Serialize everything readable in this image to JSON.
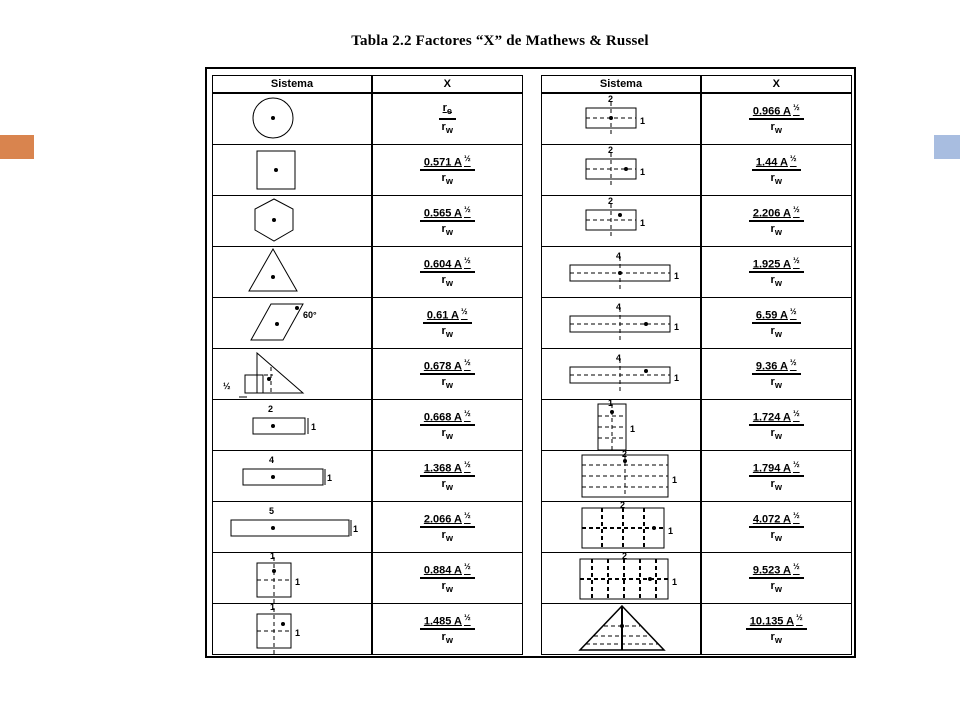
{
  "colors": {
    "accent_left": "#d9844e",
    "accent_right": "#a8bde0"
  },
  "title": "Tabla 2.2   Factores “X”  de  Mathews & Russel",
  "headers": {
    "sistema": "Sistema",
    "x": "X"
  },
  "shape_labels": {
    "angle": "60°",
    "half": "½",
    "one": "1",
    "two": "2",
    "four": "4",
    "five": "5"
  },
  "left_rows": [
    {
      "shape": "circle-icon",
      "num": "r",
      "num_sub": "e",
      "den": "r",
      "den_sub": "w",
      "half": ""
    },
    {
      "shape": "square-icon",
      "num": "0.571 A",
      "half": "½",
      "den": "r",
      "den_sub": "w"
    },
    {
      "shape": "hexagon-icon",
      "num": "0.565 A",
      "half": "½",
      "den": "r",
      "den_sub": "w"
    },
    {
      "shape": "triangle-icon",
      "num": "0.604 A",
      "half": "½",
      "den": "r",
      "den_sub": "w"
    },
    {
      "shape": "rhombus-60-icon",
      "num": "0.61 A",
      "half": "½",
      "den": "r",
      "den_sub": "w"
    },
    {
      "shape": "right-triangle-icon",
      "num": "0.678 A",
      "half": "½",
      "den": "r",
      "den_sub": "w"
    },
    {
      "shape": "rect-2x1-icon",
      "num": "0.668 A",
      "half": "½",
      "den": "r",
      "den_sub": "w"
    },
    {
      "shape": "rect-4x1-icon",
      "num": "1.368 A",
      "half": "½",
      "den": "r",
      "den_sub": "w"
    },
    {
      "shape": "rect-5x1-icon",
      "num": "2.066 A",
      "half": "½",
      "den": "r",
      "den_sub": "w"
    },
    {
      "shape": "square-quad-center-icon",
      "num": "0.884 A",
      "half": "½",
      "den": "r",
      "den_sub": "w"
    },
    {
      "shape": "square-quad-offset-icon",
      "num": "1.485 A",
      "half": "½",
      "den": "r",
      "den_sub": "w"
    }
  ],
  "right_rows": [
    {
      "shape": "rect-2x1-dashed-center-icon",
      "num": "0.966 A",
      "half": "½",
      "den": "r",
      "den_sub": "w"
    },
    {
      "shape": "rect-2x1-dashed-right-icon",
      "num": "1.44 A",
      "half": "½",
      "den": "r",
      "den_sub": "w"
    },
    {
      "shape": "rect-2x1-dashed-upper-icon",
      "num": "2.206 A",
      "half": "½",
      "den": "r",
      "den_sub": "w"
    },
    {
      "shape": "rect-4x1-dashed-center-icon",
      "num": "1.925 A",
      "half": "½",
      "den": "r",
      "den_sub": "w"
    },
    {
      "shape": "rect-4x1-dashed-right-icon",
      "num": "6.59 A",
      "half": "½",
      "den": "r",
      "den_sub": "w"
    },
    {
      "shape": "rect-4x1-dashed-mid-icon",
      "num": "9.36 A",
      "half": "½",
      "den": "r",
      "den_sub": "w"
    },
    {
      "shape": "rect-1x2-dashed-icon",
      "num": "1.724 A",
      "half": "½",
      "den": "r",
      "den_sub": "w"
    },
    {
      "shape": "rect-2x1-grid-icon",
      "num": "1.794 A",
      "half": "½",
      "den": "r",
      "den_sub": "w"
    },
    {
      "shape": "rect-2x1-cross-icon",
      "num": "4.072 A",
      "half": "½",
      "den": "r",
      "den_sub": "w"
    },
    {
      "shape": "rect-2x1-multi-icon",
      "num": "9.523 A",
      "half": "½",
      "den": "r",
      "den_sub": "w"
    },
    {
      "shape": "triangle-grid-icon",
      "num": "10.135 A",
      "half": "½",
      "den": "r",
      "den_sub": "w"
    }
  ]
}
